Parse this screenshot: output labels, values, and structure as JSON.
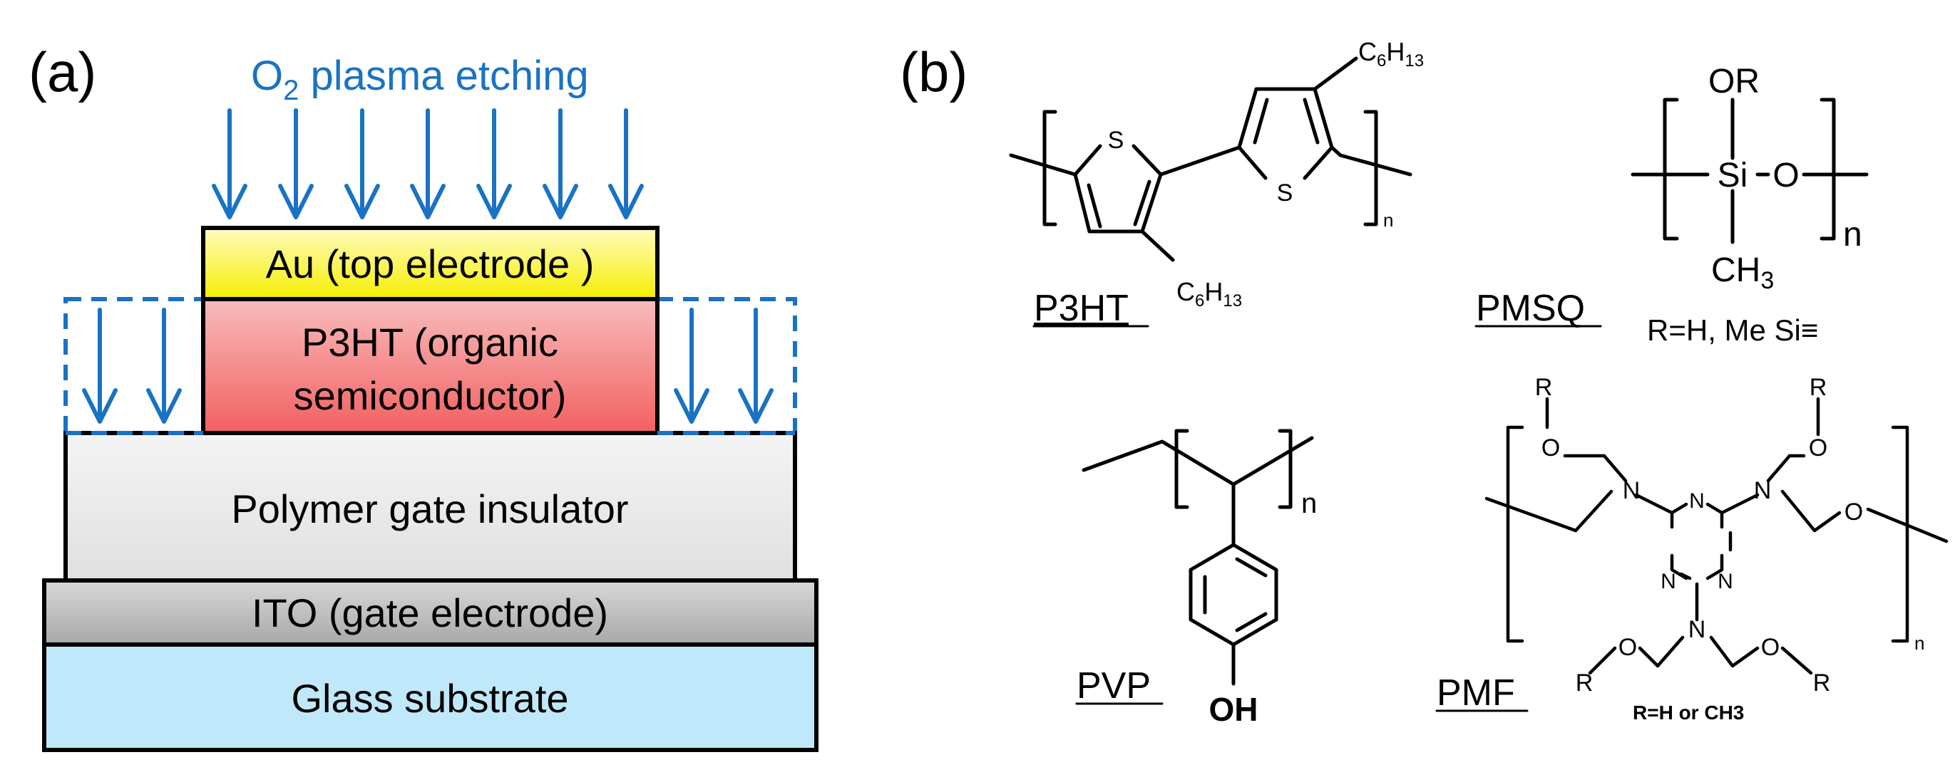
{
  "colors": {
    "accent_blue": "#1a72c4",
    "gold": "#f7f200",
    "p3ht_top": "#f6b0b0",
    "p3ht_bottom": "#f26565",
    "insulator": "#ececec",
    "ito": "#b5b5b5",
    "glass": "#bfe9fb",
    "stroke": "#000000"
  },
  "panel_a": {
    "label": "(a)",
    "plasma": {
      "prefix": "O",
      "sub": "2",
      "rest": " plasma etching"
    },
    "layers": {
      "au": "Au (top electrode )",
      "p3ht_line1": "P3HT (organic",
      "p3ht_line2": "semiconductor)",
      "insulator": "Polymer gate insulator",
      "ito": "ITO (gate electrode)",
      "glass": "Glass substrate"
    }
  },
  "panel_b": {
    "label": "(b)",
    "p3ht": {
      "name": "P3HT",
      "s_atom": "S",
      "sub_c": "C",
      "sub_6": "6",
      "sub_h": "H",
      "sub_13": "13",
      "n": "n"
    },
    "pmsq": {
      "name": "PMSQ",
      "or_group": "OR",
      "si": "Si",
      "o": "O",
      "ch": "CH",
      "ch_sub": "3",
      "n": "n",
      "r_def": "R=H, Me  Si≡"
    },
    "pvp": {
      "name": "PVP",
      "oh": "OH",
      "n": "n"
    },
    "pmf": {
      "name": "PMF",
      "r": "R",
      "o": "O",
      "n_atom": "N",
      "n": "n",
      "r_def": "R=H or CH3"
    }
  }
}
